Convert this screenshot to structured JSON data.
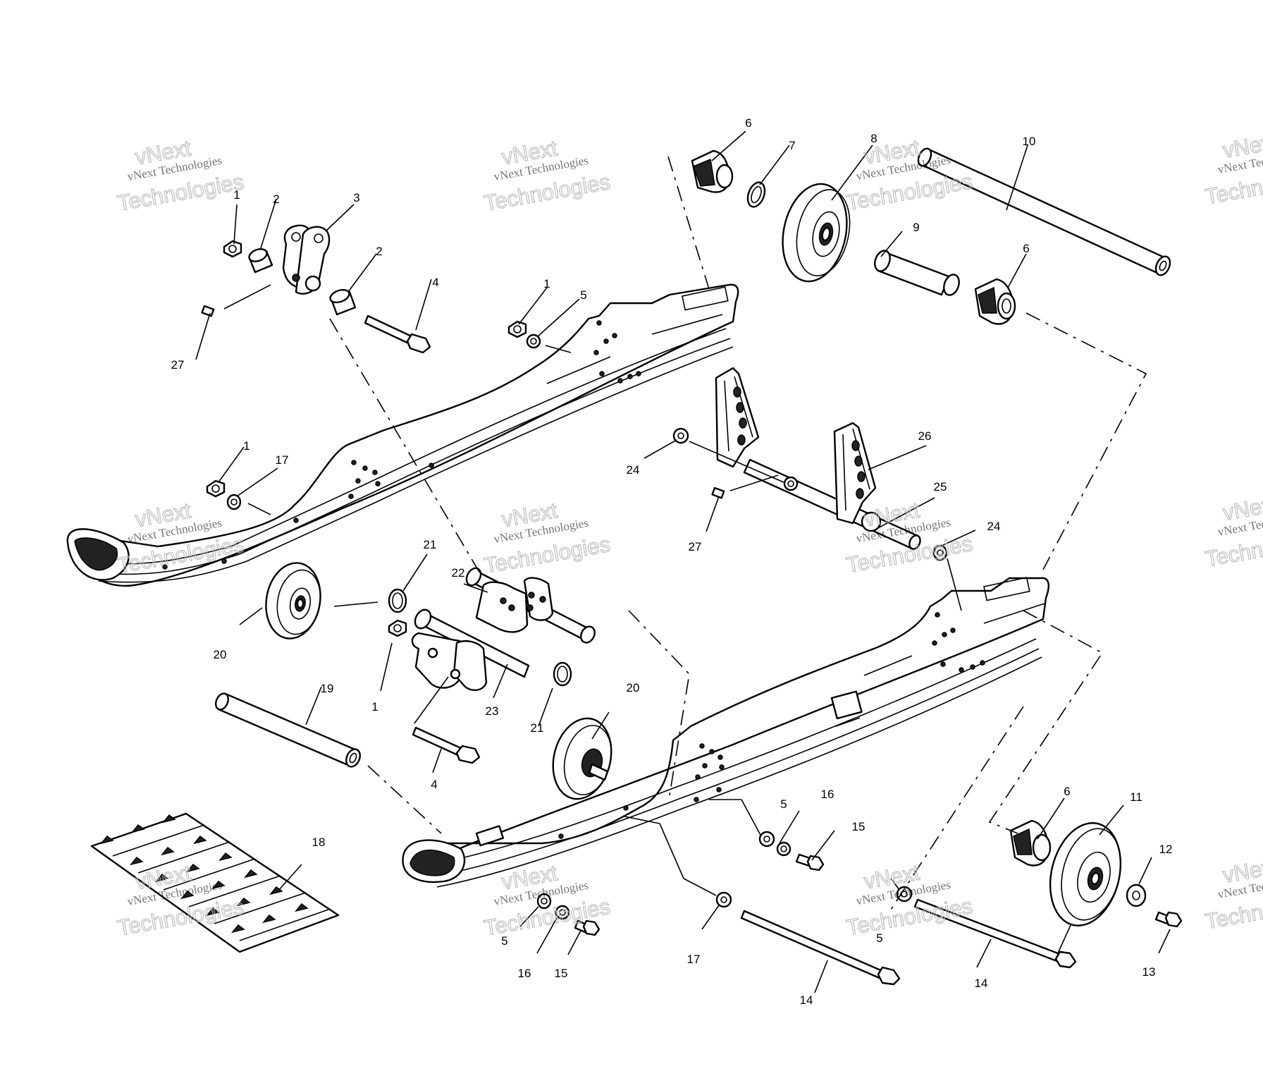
{
  "diagram": {
    "callouts": {
      "c1": "1",
      "c2": "2",
      "c3": "3",
      "c4": "4",
      "c5": "5",
      "c6": "6",
      "c7": "7",
      "c8": "8",
      "c9": "9",
      "c10": "10",
      "c11": "11",
      "c12": "12",
      "c13": "13",
      "c14": "14",
      "c15": "15",
      "c16": "16",
      "c17": "17",
      "c18": "18",
      "c19": "19",
      "c20": "20",
      "c21": "21",
      "c22": "22",
      "c23": "23",
      "c24": "24",
      "c25": "25",
      "c26": "26",
      "c27": "27"
    },
    "watermark": {
      "brand": "vNext",
      "company": "vNext Technologies",
      "technologies": "Technologies"
    }
  }
}
